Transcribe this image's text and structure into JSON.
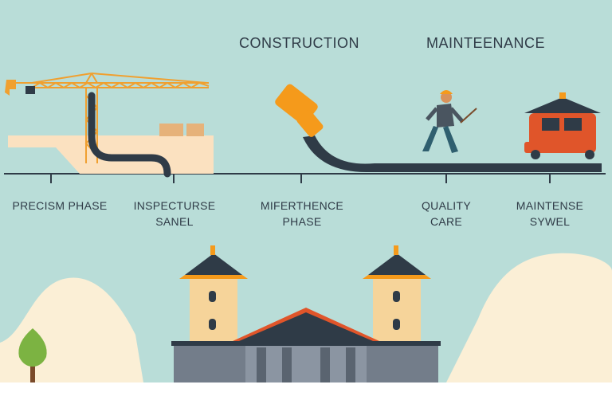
{
  "headings": {
    "construction": "CONSTRUCTION",
    "maintenance": "MAINTEENANCE"
  },
  "labels": [
    {
      "line1": "PRECISM PHASE",
      "line2": ""
    },
    {
      "line1": "INSPECTURSE",
      "line2": "SANEL"
    },
    {
      "line1": "MIFERTHENCE",
      "line2": "PHASE"
    },
    {
      "line1": "QUALITY",
      "line2": "CARE"
    },
    {
      "line1": "MAINTENSE",
      "line2": "SYWEL"
    }
  ],
  "colors": {
    "background": "#b9ddd8",
    "crane": "#f0a030",
    "pipe": "#2f3b47",
    "truck": "#e0552a",
    "hill": "#fbefd6",
    "tower": "#f6d49a",
    "roof": "#2f3b47"
  },
  "icons": [
    "crane-icon",
    "hammer-icon",
    "worker-icon",
    "truck-icon",
    "tree-icon",
    "building-icon"
  ]
}
